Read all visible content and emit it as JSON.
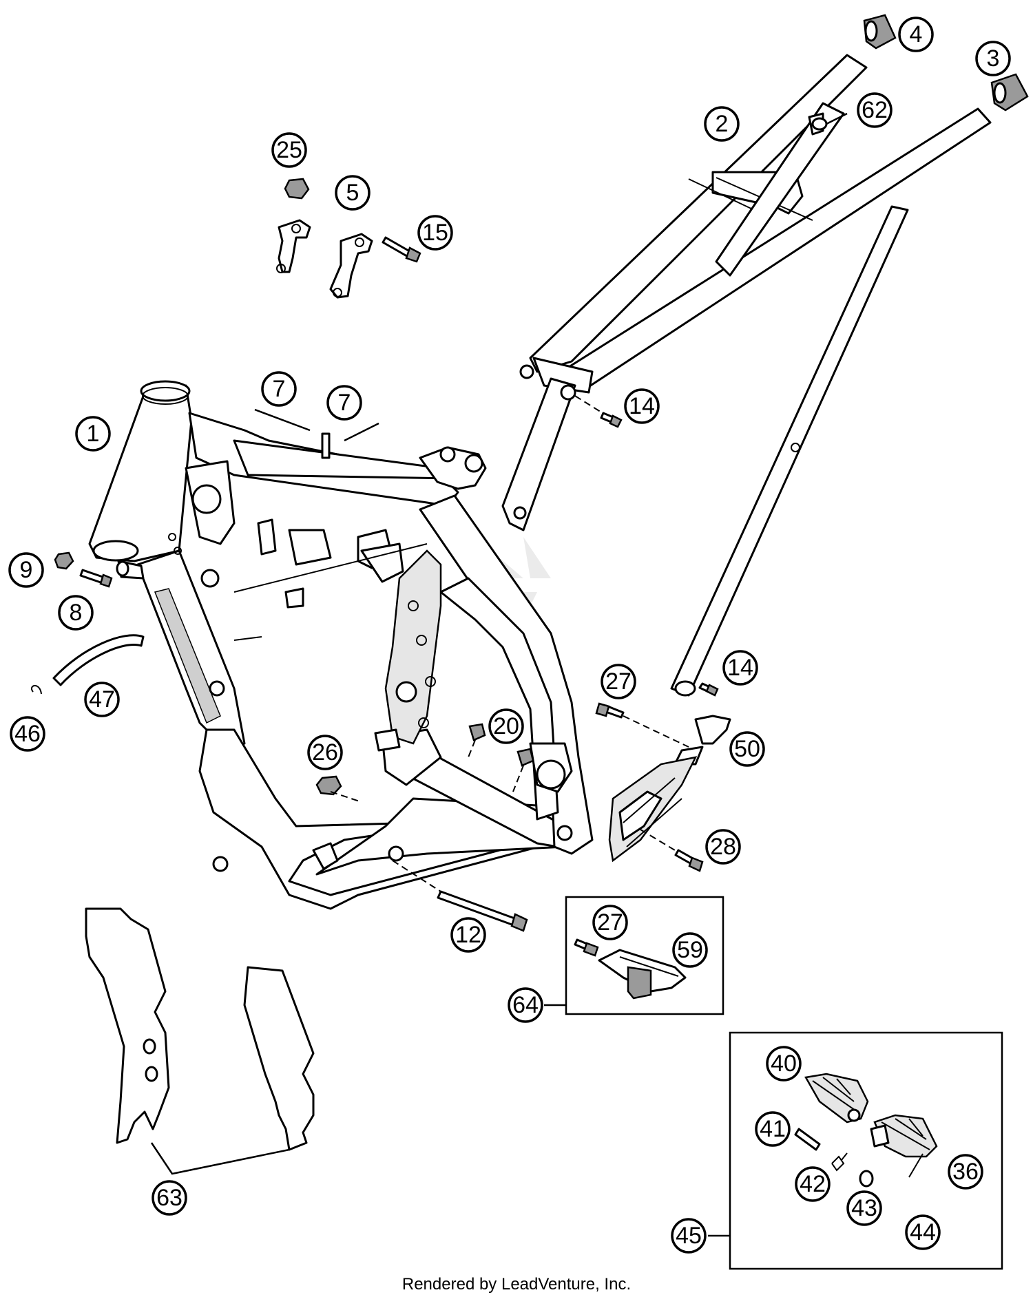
{
  "callouts": {
    "c1": "1",
    "c2": "2",
    "c3": "3",
    "c4": "4",
    "c5": "5",
    "c7a": "7",
    "c7b": "7",
    "c8": "8",
    "c9": "9",
    "c12": "12",
    "c14a": "14",
    "c14b": "14",
    "c15": "15",
    "c20": "20",
    "c25": "25",
    "c26": "26",
    "c27a": "27",
    "c27b": "27",
    "c28": "28",
    "c36": "36",
    "c40": "40",
    "c41": "41",
    "c42": "42",
    "c43": "43",
    "c44": "44",
    "c45": "45",
    "c46": "46",
    "c47": "47",
    "c50": "50",
    "c59": "59",
    "c62": "62",
    "c63": "63",
    "c64": "64"
  },
  "footer": {
    "credit": "Rendered by LeadVenture, Inc."
  }
}
